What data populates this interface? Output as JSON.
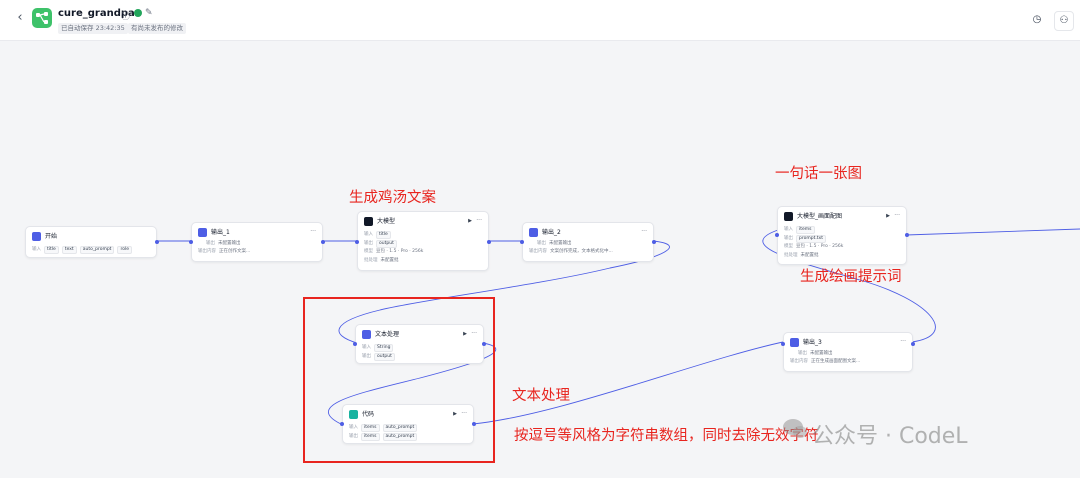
{
  "header": {
    "back_glyph": "‹",
    "title": "cure_grandpa",
    "saved_tag": "已自动保存 23:42:35",
    "unpublished_tag": "有尚未发布的修改"
  },
  "labels": {
    "input": "输入",
    "output": "输出",
    "model": "模型",
    "batch": "批处理",
    "output_content": "输出内容",
    "not_configured_output": "未配置输出",
    "not_configured_batch": "未配置批"
  },
  "nodes": {
    "start": {
      "title": "开始",
      "inputs": [
        "title",
        "text",
        "auto_prompt",
        "role"
      ]
    },
    "output1": {
      "title": "输出_1",
      "content": "正在创作文案..."
    },
    "llm": {
      "title": "大模型",
      "inputs": [
        "title"
      ],
      "outputs": [
        "output"
      ],
      "model": "豆包 · 1.5 · Pro · 256k"
    },
    "output2": {
      "title": "输出_2",
      "content": "文案创作完成，文本格式化中..."
    },
    "llm_image": {
      "title": "大模型_画面配图",
      "inputs": [
        "items"
      ],
      "outputs": [
        "prompt.txt"
      ],
      "model": "豆包 · 1.5 · Pro · 256k"
    },
    "textproc": {
      "title": "文本处理",
      "inputs": [
        "String"
      ],
      "outputs": [
        "output"
      ]
    },
    "code": {
      "title": "代码",
      "inputs": [
        "items",
        "auto_prompt"
      ],
      "outputs": [
        "items",
        "auto_prompt"
      ]
    },
    "output3": {
      "title": "输出_3",
      "content": "正在生成画面配图文案..."
    }
  },
  "annotations": {
    "gen_copy": "生成鸡汤文案",
    "one_sentence": "一句话一张图",
    "gen_prompt": "生成绘画提示词",
    "text_proc": "文本处理",
    "split_desc": "按逗号等风格为字符串数组，同时去除无效字符"
  },
  "watermark": "公众号 · CodeL",
  "colors": {
    "accent": "#4e5ee5",
    "annotation_red": "#e8251f",
    "logo_green": "#3ec26a",
    "code_teal": "#19b3a0"
  }
}
